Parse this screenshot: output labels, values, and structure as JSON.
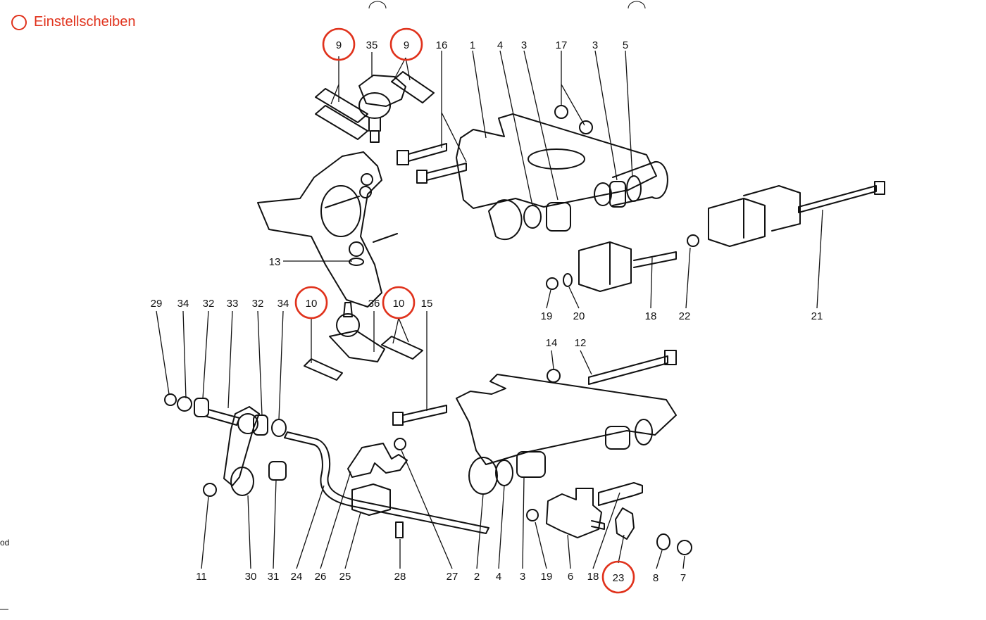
{
  "legend": {
    "label": "Einstellscheiben",
    "color": "#e0321c",
    "icon": "circle-outline-icon"
  },
  "margin_text": "od",
  "callouts": {
    "c9a": "9",
    "c35": "35",
    "c9b": "9",
    "c16": "16",
    "c1": "1",
    "c4a": "4",
    "c3a": "3",
    "c17": "17",
    "c3b": "3",
    "c5": "5",
    "c13": "13",
    "c29": "29",
    "c34a": "34",
    "c32a": "32",
    "c33": "33",
    "c32b": "32",
    "c34b": "34",
    "c10a": "10",
    "c36": "36",
    "c10b": "10",
    "c15": "15",
    "c19a": "19",
    "c20": "20",
    "c18a": "18",
    "c22": "22",
    "c21": "21",
    "c14": "14",
    "c12": "12",
    "c11": "11",
    "c30": "30",
    "c31": "31",
    "c24": "24",
    "c26": "26",
    "c25": "25",
    "c28": "28",
    "c27": "27",
    "c2": "2",
    "c4b": "4",
    "c3c": "3",
    "c19b": "19",
    "c6": "6",
    "c18b": "18",
    "c23": "23",
    "c8": "8",
    "c7": "7"
  },
  "highlighted": [
    "9",
    "10",
    "23"
  ]
}
